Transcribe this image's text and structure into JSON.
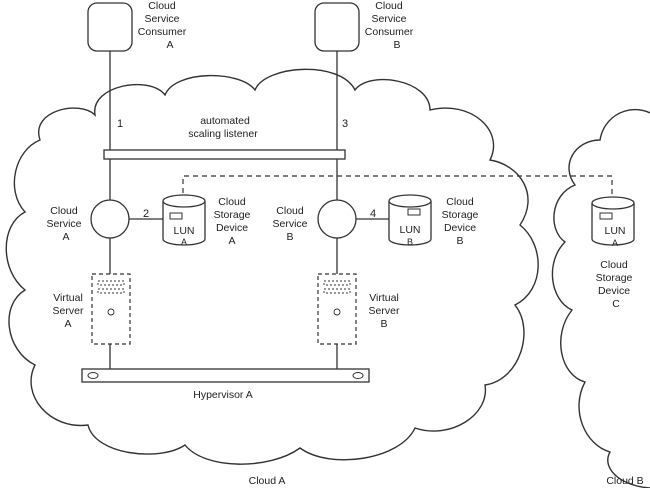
{
  "consumer_a": {
    "line1": "Cloud",
    "line2": "Service",
    "line3": "Consumer",
    "line4": "A"
  },
  "consumer_b": {
    "line1": "Cloud",
    "line2": "Service",
    "line3": "Consumer",
    "line4": "B"
  },
  "listener": {
    "line1": "automated",
    "line2": "scaling listener"
  },
  "steps": {
    "s1": "1",
    "s2": "2",
    "s3": "3",
    "s4": "4"
  },
  "service_a": {
    "line1": "Cloud",
    "line2": "Service",
    "line3": "A"
  },
  "service_b": {
    "line1": "Cloud",
    "line2": "Service",
    "line3": "B"
  },
  "storage_a": {
    "lun": "LUN",
    "lun_id": "A",
    "line1": "Cloud",
    "line2": "Storage",
    "line3": "Device",
    "line4": "A"
  },
  "storage_b": {
    "lun": "LUN",
    "lun_id": "B",
    "line1": "Cloud",
    "line2": "Storage",
    "line3": "Device",
    "line4": "B"
  },
  "storage_c": {
    "lun": "LUN",
    "lun_id": "A",
    "line1": "Cloud",
    "line2": "Storage",
    "line3": "Device",
    "line4": "C"
  },
  "server_a": {
    "line1": "Virtual",
    "line2": "Server",
    "line3": "A"
  },
  "server_b": {
    "line1": "Virtual",
    "line2": "Server",
    "line3": "B"
  },
  "hypervisor": {
    "label": "Hypervisor A"
  },
  "clouds": {
    "cloud_a": "Cloud A",
    "cloud_b": "Cloud B"
  }
}
